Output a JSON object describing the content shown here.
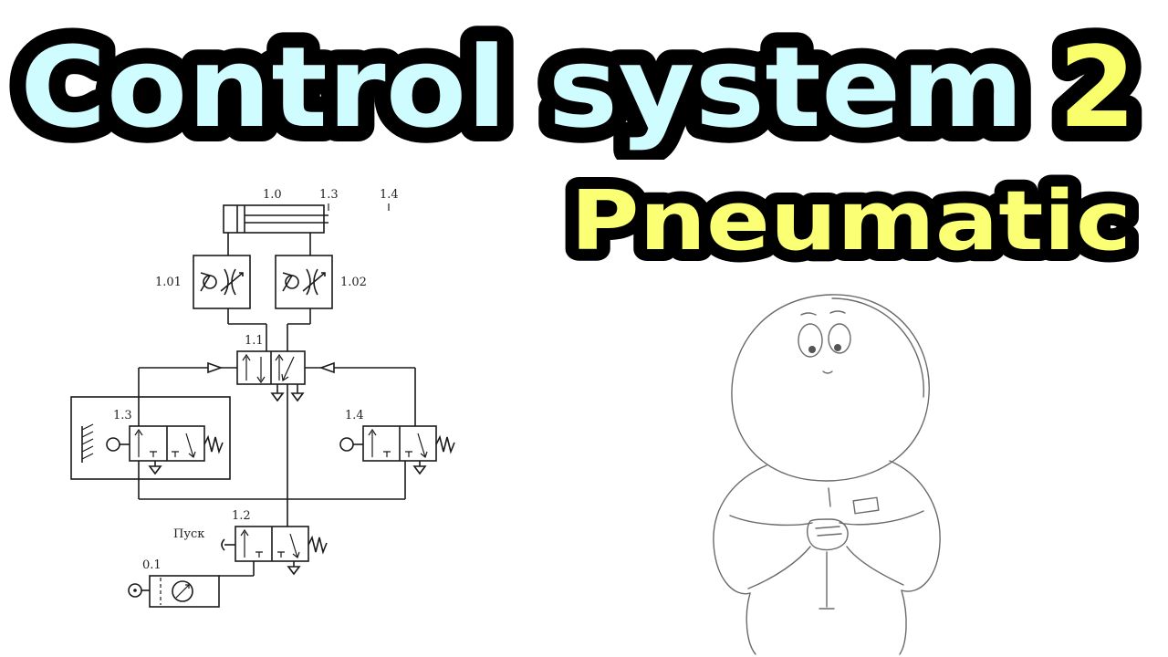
{
  "title": {
    "main": "Control system",
    "number": "2",
    "sub": "Pneumatic"
  },
  "colors": {
    "main_fill": "#cffcff",
    "number_fill": "#f8ff6a",
    "sub_fill": "#fbff73",
    "outline": "#000000"
  },
  "diagram": {
    "labels": {
      "cylinder": "1.0",
      "limit_a": "1.3",
      "limit_b": "1.4",
      "flow_left": "1.01",
      "flow_right": "1.02",
      "main_valve": "1.1",
      "valve_left": "1.3",
      "valve_right": "1.4",
      "start_valve": "1.2",
      "start_label": "Пуск",
      "supply": "0.1"
    }
  }
}
